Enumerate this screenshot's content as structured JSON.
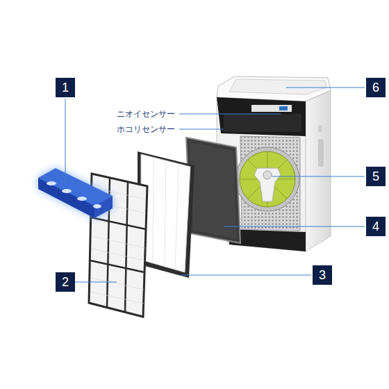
{
  "diagram": {
    "nodes": [
      {
        "text": [
          "1"
        ]
      },
      {
        "text": [
          "6"
        ]
      },
      {
        "text": [
          "5"
        ]
      },
      {
        "text": [
          "4"
        ]
      },
      {
        "text": [
          "3"
        ]
      },
      {
        "text": [
          "2"
        ]
      }
    ],
    "labels": [
      "ニオイセンサー",
      "ホコリセンサー"
    ]
  }
}
